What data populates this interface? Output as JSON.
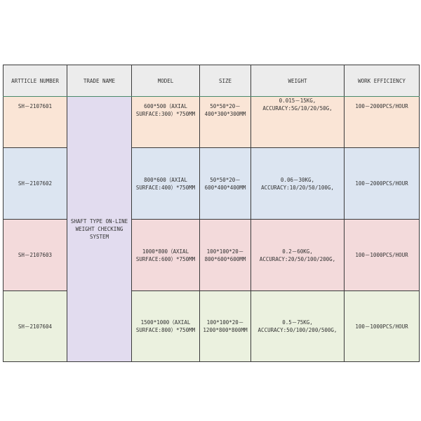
{
  "colors": {
    "row_colors": [
      "#fae5d6",
      "#dce5f1",
      "#f3dadb",
      "#ebf1df"
    ],
    "header_bg": "#ececec",
    "trade_name_bg": "#e2dcef",
    "border": "#3a3a3a"
  },
  "table": {
    "headers": [
      "ARTTICLE NUMBER",
      "TRADE NAME",
      "MODEL",
      "SIZE",
      "WEIGHT",
      "WORK EFFICIENCY"
    ],
    "trade_name": "SHAFT TYPE ON-LINE\nWEIGHT CHECKING\nSYSTEM",
    "rows": [
      {
        "article": "SH－2107601",
        "model": "600*500（AXIAL\nSURFACE:300）*750MM",
        "size": "50*50*20－\n400*300*300MM",
        "weight": "0.015－15KG,\nACCURACY:5G/10/20/50G,",
        "efficiency": "100－2000PCS/HOUR"
      },
      {
        "article": "SH－2107602",
        "model": "800*600（AXIAL\nSURFACE:400）*750MM",
        "size": "50*50*20－\n600*400*400MM",
        "weight": "0.06－30KG,\nACCURACY:10/20/50/100G,",
        "efficiency": "100－2000PCS/HOUR"
      },
      {
        "article": "SH－2107603",
        "model": "1000*800（AXIAL\nSURFACE:600）*750MM",
        "size": "100*100*20－\n800*600*600MM",
        "weight": "0.2－60KG,\nACCURACY:20/50/100/200G,",
        "efficiency": "100－1000PCS/HOUR"
      },
      {
        "article": "SH－2107604",
        "model": "1500*1000（AXIAL\nSURFACE:800）*750MM",
        "size": "100*100*20－\n1200*800*800MM",
        "weight": "0.5－75KG,\nACCURACY:50/100/200/500G,",
        "efficiency": "100－1000PCS/HOUR"
      }
    ]
  }
}
